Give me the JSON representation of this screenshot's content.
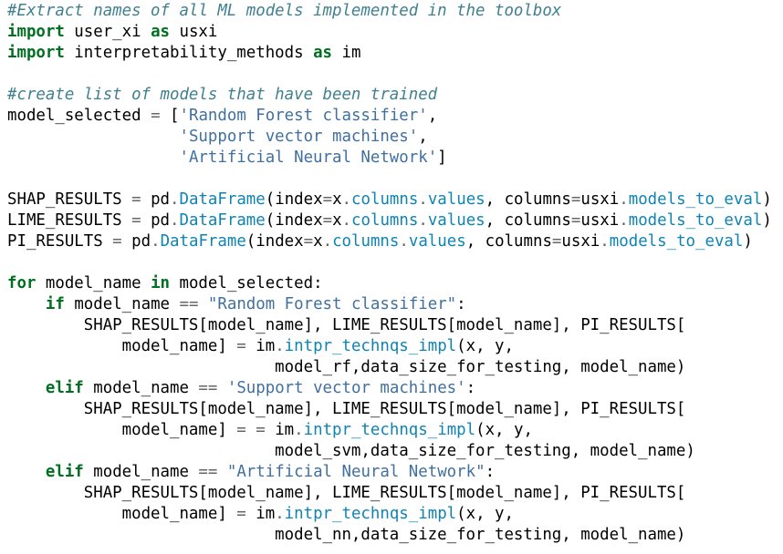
{
  "colors": {
    "background": "#ffffff",
    "keyword": "#007020",
    "comment": "#408090",
    "string": "#4070a0",
    "operator": "#666666",
    "attribute": "#0e84b5",
    "plain": "#000000"
  },
  "code": {
    "lines": [
      [
        {
          "t": "cm",
          "v": "#Extract names of all ML models implemented in the toolbox"
        }
      ],
      [
        {
          "t": "kw",
          "v": "import"
        },
        {
          "t": "plain",
          "v": " user_xi "
        },
        {
          "t": "kw",
          "v": "as"
        },
        {
          "t": "plain",
          "v": " usxi"
        }
      ],
      [
        {
          "t": "kw",
          "v": "import"
        },
        {
          "t": "plain",
          "v": " interpretability_methods "
        },
        {
          "t": "kw",
          "v": "as"
        },
        {
          "t": "plain",
          "v": " im"
        }
      ],
      [],
      [
        {
          "t": "cm",
          "v": "#create list of models that have been trained"
        }
      ],
      [
        {
          "t": "plain",
          "v": "model_selected "
        },
        {
          "t": "op",
          "v": "="
        },
        {
          "t": "plain",
          "v": " ["
        },
        {
          "t": "str",
          "v": "'Random Forest classifier'"
        },
        {
          "t": "plain",
          "v": ","
        }
      ],
      [
        {
          "t": "plain",
          "v": "                  "
        },
        {
          "t": "str",
          "v": "'Support vector machines'"
        },
        {
          "t": "plain",
          "v": ","
        }
      ],
      [
        {
          "t": "plain",
          "v": "                  "
        },
        {
          "t": "str",
          "v": "'Artificial Neural Network'"
        },
        {
          "t": "plain",
          "v": "]"
        }
      ],
      [],
      [
        {
          "t": "plain",
          "v": "SHAP_RESULTS "
        },
        {
          "t": "op",
          "v": "="
        },
        {
          "t": "plain",
          "v": " pd"
        },
        {
          "t": "op",
          "v": "."
        },
        {
          "t": "attr",
          "v": "DataFrame"
        },
        {
          "t": "plain",
          "v": "(index"
        },
        {
          "t": "op",
          "v": "="
        },
        {
          "t": "plain",
          "v": "x"
        },
        {
          "t": "op",
          "v": "."
        },
        {
          "t": "attr",
          "v": "columns"
        },
        {
          "t": "op",
          "v": "."
        },
        {
          "t": "attr",
          "v": "values"
        },
        {
          "t": "plain",
          "v": ", columns"
        },
        {
          "t": "op",
          "v": "="
        },
        {
          "t": "plain",
          "v": "usxi"
        },
        {
          "t": "op",
          "v": "."
        },
        {
          "t": "attr",
          "v": "models_to_eval"
        },
        {
          "t": "plain",
          "v": ")"
        }
      ],
      [
        {
          "t": "plain",
          "v": "LIME_RESULTS "
        },
        {
          "t": "op",
          "v": "="
        },
        {
          "t": "plain",
          "v": " pd"
        },
        {
          "t": "op",
          "v": "."
        },
        {
          "t": "attr",
          "v": "DataFrame"
        },
        {
          "t": "plain",
          "v": "(index"
        },
        {
          "t": "op",
          "v": "="
        },
        {
          "t": "plain",
          "v": "x"
        },
        {
          "t": "op",
          "v": "."
        },
        {
          "t": "attr",
          "v": "columns"
        },
        {
          "t": "op",
          "v": "."
        },
        {
          "t": "attr",
          "v": "values"
        },
        {
          "t": "plain",
          "v": ", columns"
        },
        {
          "t": "op",
          "v": "="
        },
        {
          "t": "plain",
          "v": "usxi"
        },
        {
          "t": "op",
          "v": "."
        },
        {
          "t": "attr",
          "v": "models_to_eval"
        },
        {
          "t": "plain",
          "v": ")"
        }
      ],
      [
        {
          "t": "plain",
          "v": "PI_RESULTS "
        },
        {
          "t": "op",
          "v": "="
        },
        {
          "t": "plain",
          "v": " pd"
        },
        {
          "t": "op",
          "v": "."
        },
        {
          "t": "attr",
          "v": "DataFrame"
        },
        {
          "t": "plain",
          "v": "(index"
        },
        {
          "t": "op",
          "v": "="
        },
        {
          "t": "plain",
          "v": "x"
        },
        {
          "t": "op",
          "v": "."
        },
        {
          "t": "attr",
          "v": "columns"
        },
        {
          "t": "op",
          "v": "."
        },
        {
          "t": "attr",
          "v": "values"
        },
        {
          "t": "plain",
          "v": ", columns"
        },
        {
          "t": "op",
          "v": "="
        },
        {
          "t": "plain",
          "v": "usxi"
        },
        {
          "t": "op",
          "v": "."
        },
        {
          "t": "attr",
          "v": "models_to_eval"
        },
        {
          "t": "plain",
          "v": ")"
        }
      ],
      [],
      [
        {
          "t": "kw",
          "v": "for"
        },
        {
          "t": "plain",
          "v": " model_name "
        },
        {
          "t": "kw",
          "v": "in"
        },
        {
          "t": "plain",
          "v": " model_selected:"
        }
      ],
      [
        {
          "t": "plain",
          "v": "    "
        },
        {
          "t": "kw",
          "v": "if"
        },
        {
          "t": "plain",
          "v": " model_name "
        },
        {
          "t": "op",
          "v": "=="
        },
        {
          "t": "plain",
          "v": " "
        },
        {
          "t": "str",
          "v": "\"Random Forest classifier\""
        },
        {
          "t": "plain",
          "v": ":"
        }
      ],
      [
        {
          "t": "plain",
          "v": "        SHAP_RESULTS[model_name], LIME_RESULTS[model_name], PI_RESULTS["
        }
      ],
      [
        {
          "t": "plain",
          "v": "            model_name] "
        },
        {
          "t": "op",
          "v": "="
        },
        {
          "t": "plain",
          "v": " im"
        },
        {
          "t": "op",
          "v": "."
        },
        {
          "t": "attr",
          "v": "intpr_technqs_impl"
        },
        {
          "t": "plain",
          "v": "(x, y,"
        }
      ],
      [
        {
          "t": "plain",
          "v": "                            model_rf,data_size_for_testing, model_name)"
        }
      ],
      [
        {
          "t": "plain",
          "v": "    "
        },
        {
          "t": "kw",
          "v": "elif"
        },
        {
          "t": "plain",
          "v": " model_name "
        },
        {
          "t": "op",
          "v": "=="
        },
        {
          "t": "plain",
          "v": " "
        },
        {
          "t": "str",
          "v": "'Support vector machines'"
        },
        {
          "t": "plain",
          "v": ":"
        }
      ],
      [
        {
          "t": "plain",
          "v": "        SHAP_RESULTS[model_name], LIME_RESULTS[model_name], PI_RESULTS["
        }
      ],
      [
        {
          "t": "plain",
          "v": "            model_name] "
        },
        {
          "t": "op",
          "v": "="
        },
        {
          "t": "plain",
          "v": " "
        },
        {
          "t": "op",
          "v": "="
        },
        {
          "t": "plain",
          "v": " im"
        },
        {
          "t": "op",
          "v": "."
        },
        {
          "t": "attr",
          "v": "intpr_technqs_impl"
        },
        {
          "t": "plain",
          "v": "(x, y,"
        }
      ],
      [
        {
          "t": "plain",
          "v": "                            model_svm,data_size_for_testing, model_name)"
        }
      ],
      [
        {
          "t": "plain",
          "v": "    "
        },
        {
          "t": "kw",
          "v": "elif"
        },
        {
          "t": "plain",
          "v": " model_name "
        },
        {
          "t": "op",
          "v": "=="
        },
        {
          "t": "plain",
          "v": " "
        },
        {
          "t": "str",
          "v": "\"Artificial Neural Network\""
        },
        {
          "t": "plain",
          "v": ":"
        }
      ],
      [
        {
          "t": "plain",
          "v": "        SHAP_RESULTS[model_name], LIME_RESULTS[model_name], PI_RESULTS["
        }
      ],
      [
        {
          "t": "plain",
          "v": "            model_name] "
        },
        {
          "t": "op",
          "v": "="
        },
        {
          "t": "plain",
          "v": " im"
        },
        {
          "t": "op",
          "v": "."
        },
        {
          "t": "attr",
          "v": "intpr_technqs_impl"
        },
        {
          "t": "plain",
          "v": "(x, y,"
        }
      ],
      [
        {
          "t": "plain",
          "v": "                            model_nn,data_size_for_testing, model_name)"
        }
      ]
    ]
  }
}
